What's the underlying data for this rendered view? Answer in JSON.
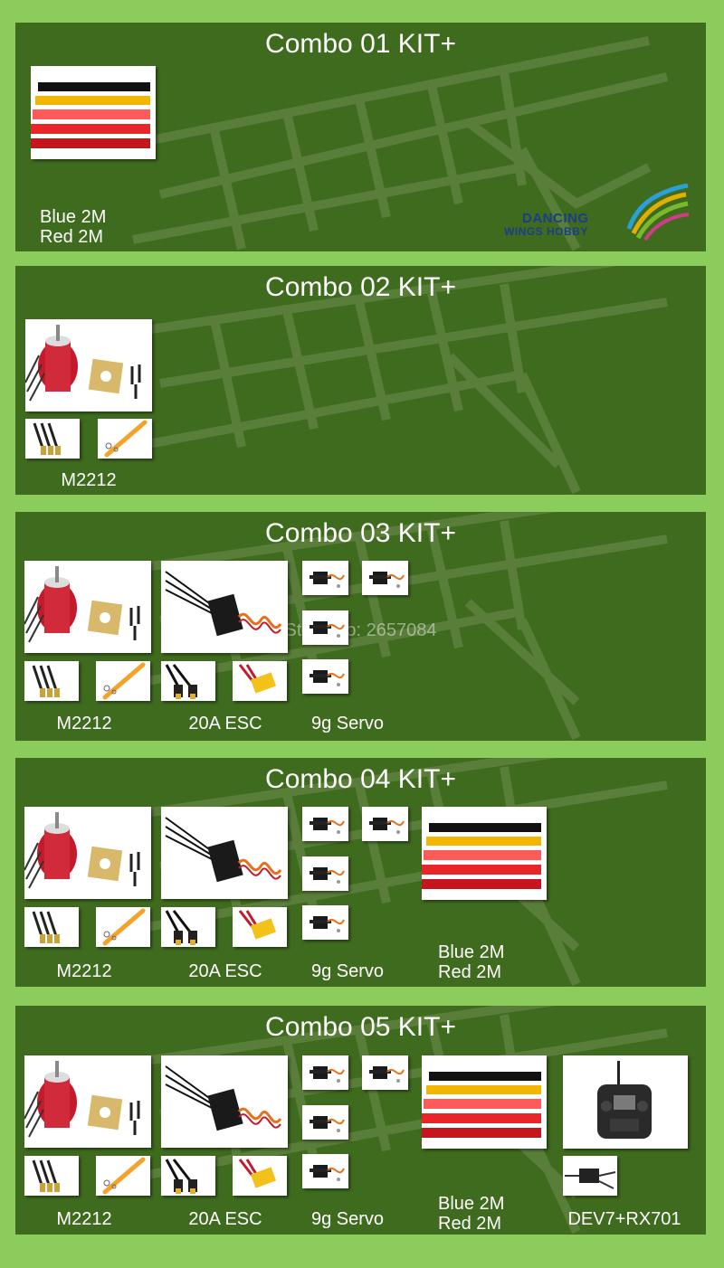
{
  "combos": [
    {
      "title": "Combo 01 KIT+",
      "captions": {
        "tape": "Blue 2M\nRed 2M"
      }
    },
    {
      "title": "Combo 02 KIT+",
      "captions": {
        "motor": "M2212"
      }
    },
    {
      "title": "Combo 03 KIT+",
      "captions": {
        "motor": "M2212",
        "esc": "20A ESC",
        "servo": "9g Servo"
      }
    },
    {
      "title": "Combo 04 KIT+",
      "captions": {
        "motor": "M2212",
        "esc": "20A ESC",
        "servo": "9g Servo",
        "tape": "Blue 2M\nRed 2M"
      }
    },
    {
      "title": "Combo 05 KIT+",
      "captions": {
        "motor": "M2212",
        "esc": "20A ESC",
        "servo": "9g Servo",
        "tape": "Blue 2M\nRed 2M",
        "radio": "DEV7+RX701"
      }
    }
  ],
  "logo": {
    "line1": "DANCING",
    "line2": "WINGS HOBBY"
  },
  "watermark": "Store No: 2657084",
  "colors": {
    "page_bg": "#8ccc5c",
    "panel_bg": "#3f6b1e",
    "text": "#ffffff"
  }
}
